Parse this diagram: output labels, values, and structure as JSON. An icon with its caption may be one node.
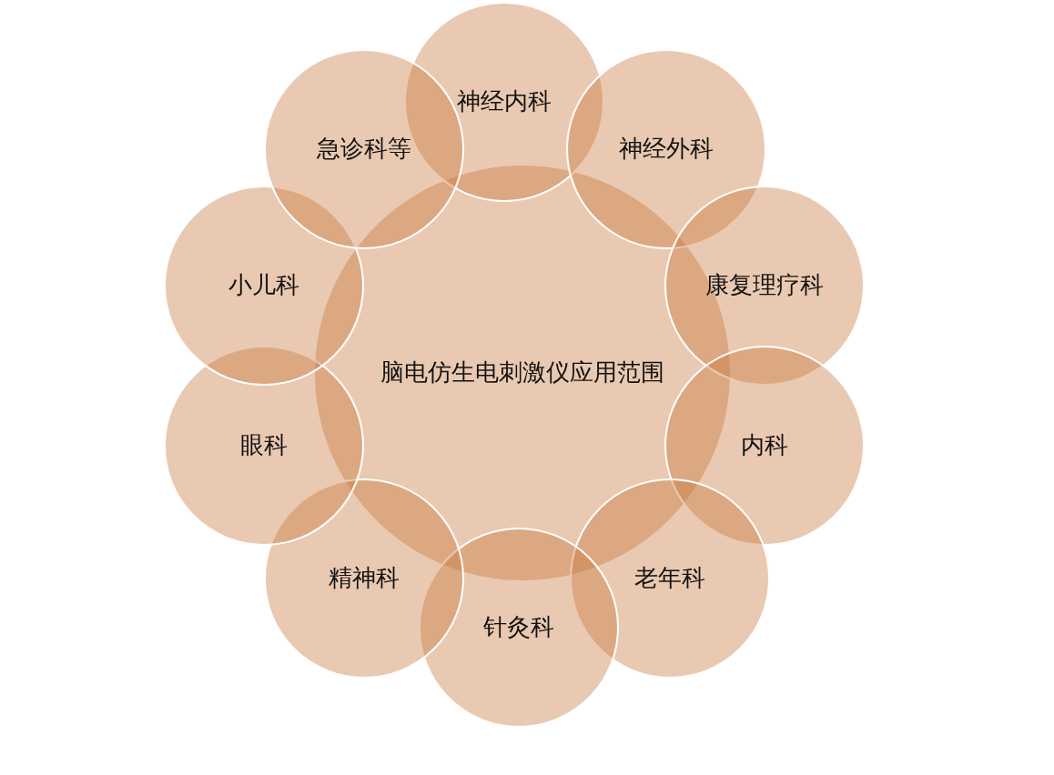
{
  "diagram": {
    "nodes": [
      {
        "text": [
          "脑电仿生电刺激仪应用范围"
        ]
      },
      {
        "text": [
          "神经内科"
        ]
      },
      {
        "text": [
          "神经外科"
        ]
      },
      {
        "text": [
          "康复理疗科"
        ]
      },
      {
        "text": [
          "内科"
        ]
      },
      {
        "text": [
          "老年科"
        ]
      },
      {
        "text": [
          "针灸科"
        ]
      },
      {
        "text": [
          "精神科"
        ]
      },
      {
        "text": [
          "眼科"
        ]
      },
      {
        "text": [
          "小儿科"
        ]
      },
      {
        "text": [
          "急诊科等"
        ]
      }
    ]
  }
}
